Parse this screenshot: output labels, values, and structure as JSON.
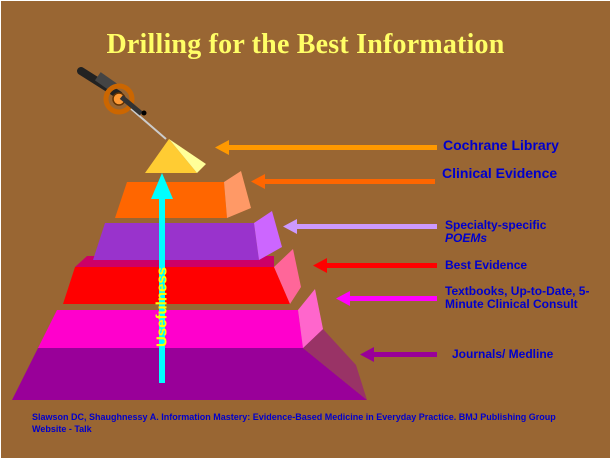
{
  "title": "Drilling for the Best Information",
  "pyramid_levels": [
    {
      "label": "Cochrane Library",
      "color": "#ff9900"
    },
    {
      "label": "Clinical Evidence",
      "color": "#ff6600"
    },
    {
      "label_line1": "Specialty-specific",
      "label_line2": "POEMs",
      "color": "#9933cc"
    },
    {
      "label": "Best Evidence",
      "color": "#ff0000"
    },
    {
      "label": "Textbooks, Up-to-Date, 5-Minute Clinical Consult",
      "color": "#ff00cc"
    },
    {
      "label": "Journals/ Medline",
      "color": "#990099"
    }
  ],
  "vertical_axis_label": "Usefulness",
  "source": "Slawson DC, Shaughnessy A. Information Mastery: Evidence-Based Medicine in Everyday Practice. BMJ Publishing Group Website - Talk",
  "icons": [
    "hand-drill-icon"
  ]
}
